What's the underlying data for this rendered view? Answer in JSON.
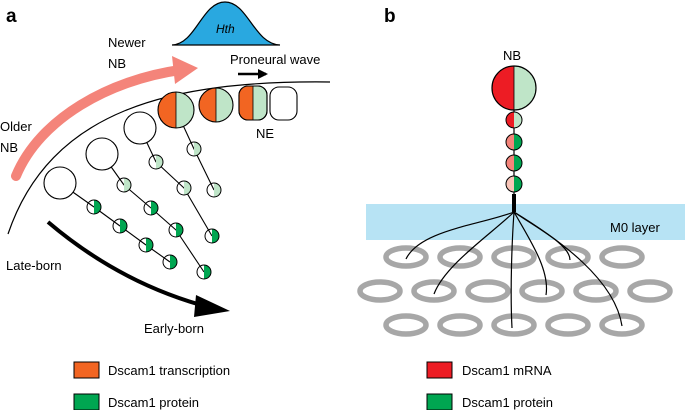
{
  "panel_a": {
    "letter": "a",
    "hth_label": "Hth",
    "newer_nb_line1": "Newer",
    "newer_nb_line2": "NB",
    "older_nb_line1": "Older",
    "older_nb_line2": "NB",
    "proneural_wave": "Proneural wave",
    "ne_label": "NE",
    "late_born": "Late-born",
    "early_born": "Early-born",
    "legend": [
      {
        "label": "Dscam1 transcription",
        "color": "#f26522"
      },
      {
        "label": "Dscam1 protein",
        "color": "#00a651"
      }
    ]
  },
  "panel_b": {
    "letter": "b",
    "nb_label": "NB",
    "m0_layer": "M0 layer",
    "legend": [
      {
        "label": "Dscam1 mRNA",
        "color": "#ed1c24"
      },
      {
        "label": "Dscam1 protein",
        "color": "#00a651"
      }
    ]
  },
  "colors": {
    "transcription": "#f26522",
    "protein_dark": "#00a651",
    "protein_light": "#bfe5c8",
    "mrna": "#ed1c24",
    "hth": "#29a8e0",
    "m0_layer": "#b7e3f4",
    "wave_arrow": "#f4847a",
    "ring": "#a7a7a7"
  }
}
